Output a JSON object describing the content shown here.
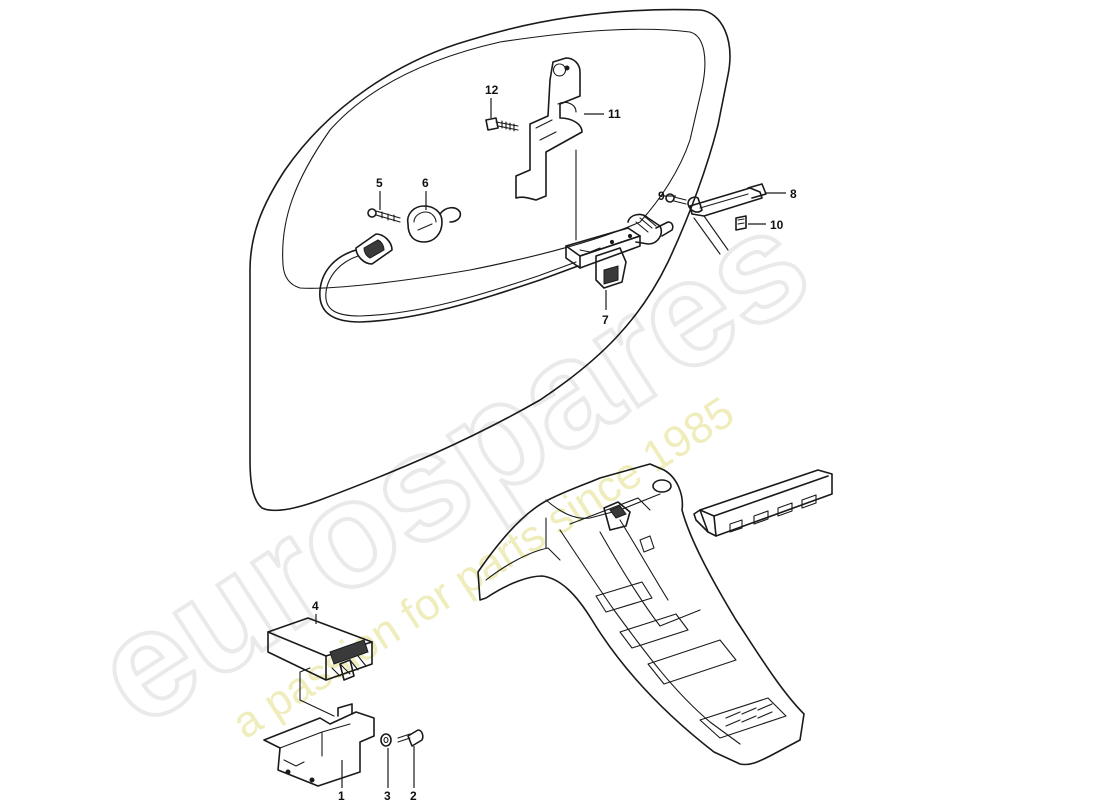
{
  "diagram": {
    "callouts": [
      {
        "id": "c1",
        "label": "1"
      },
      {
        "id": "c2",
        "label": "2"
      },
      {
        "id": "c3",
        "label": "3"
      },
      {
        "id": "c4",
        "label": "4"
      },
      {
        "id": "c5",
        "label": "5"
      },
      {
        "id": "c6",
        "label": "6"
      },
      {
        "id": "c7",
        "label": "7"
      },
      {
        "id": "c8",
        "label": "8"
      },
      {
        "id": "c9",
        "label": "9"
      },
      {
        "id": "c10",
        "label": "10"
      },
      {
        "id": "c11",
        "label": "11"
      },
      {
        "id": "c12",
        "label": "12"
      }
    ]
  },
  "watermark": {
    "brand": "eurospares",
    "tagline": "a passion for parts since 1985",
    "brand_color": "#d9d9d9",
    "tagline_color": "#e9e6a0"
  }
}
